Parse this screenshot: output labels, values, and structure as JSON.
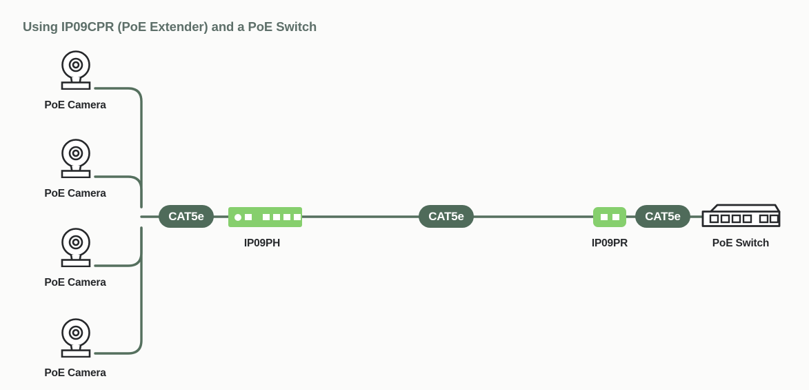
{
  "diagram": {
    "title": "Using IP09CPR (PoE Extender) and a PoE Switch",
    "background_color": "#fbfbfa",
    "title_color": "#5d6f69",
    "wire_color": "#55705e",
    "pill_color": "#4f6b5a",
    "device_green": "#86cf6d",
    "icon_color": "#26282b"
  },
  "cameras": [
    {
      "label": "PoE Camera"
    },
    {
      "label": "PoE Camera"
    },
    {
      "label": "PoE Camera"
    },
    {
      "label": "PoE Camera"
    }
  ],
  "cables": [
    {
      "label": "CAT5e"
    },
    {
      "label": "CAT5e"
    },
    {
      "label": "CAT5e"
    }
  ],
  "devices": [
    {
      "name": "IP09PH",
      "label": "IP09PH",
      "type": "poe-extender-transmitter"
    },
    {
      "name": "IP09PR",
      "label": "IP09PR",
      "type": "poe-extender-receiver"
    },
    {
      "name": "PoE Switch",
      "label": "PoE Switch",
      "type": "poe-switch"
    }
  ]
}
